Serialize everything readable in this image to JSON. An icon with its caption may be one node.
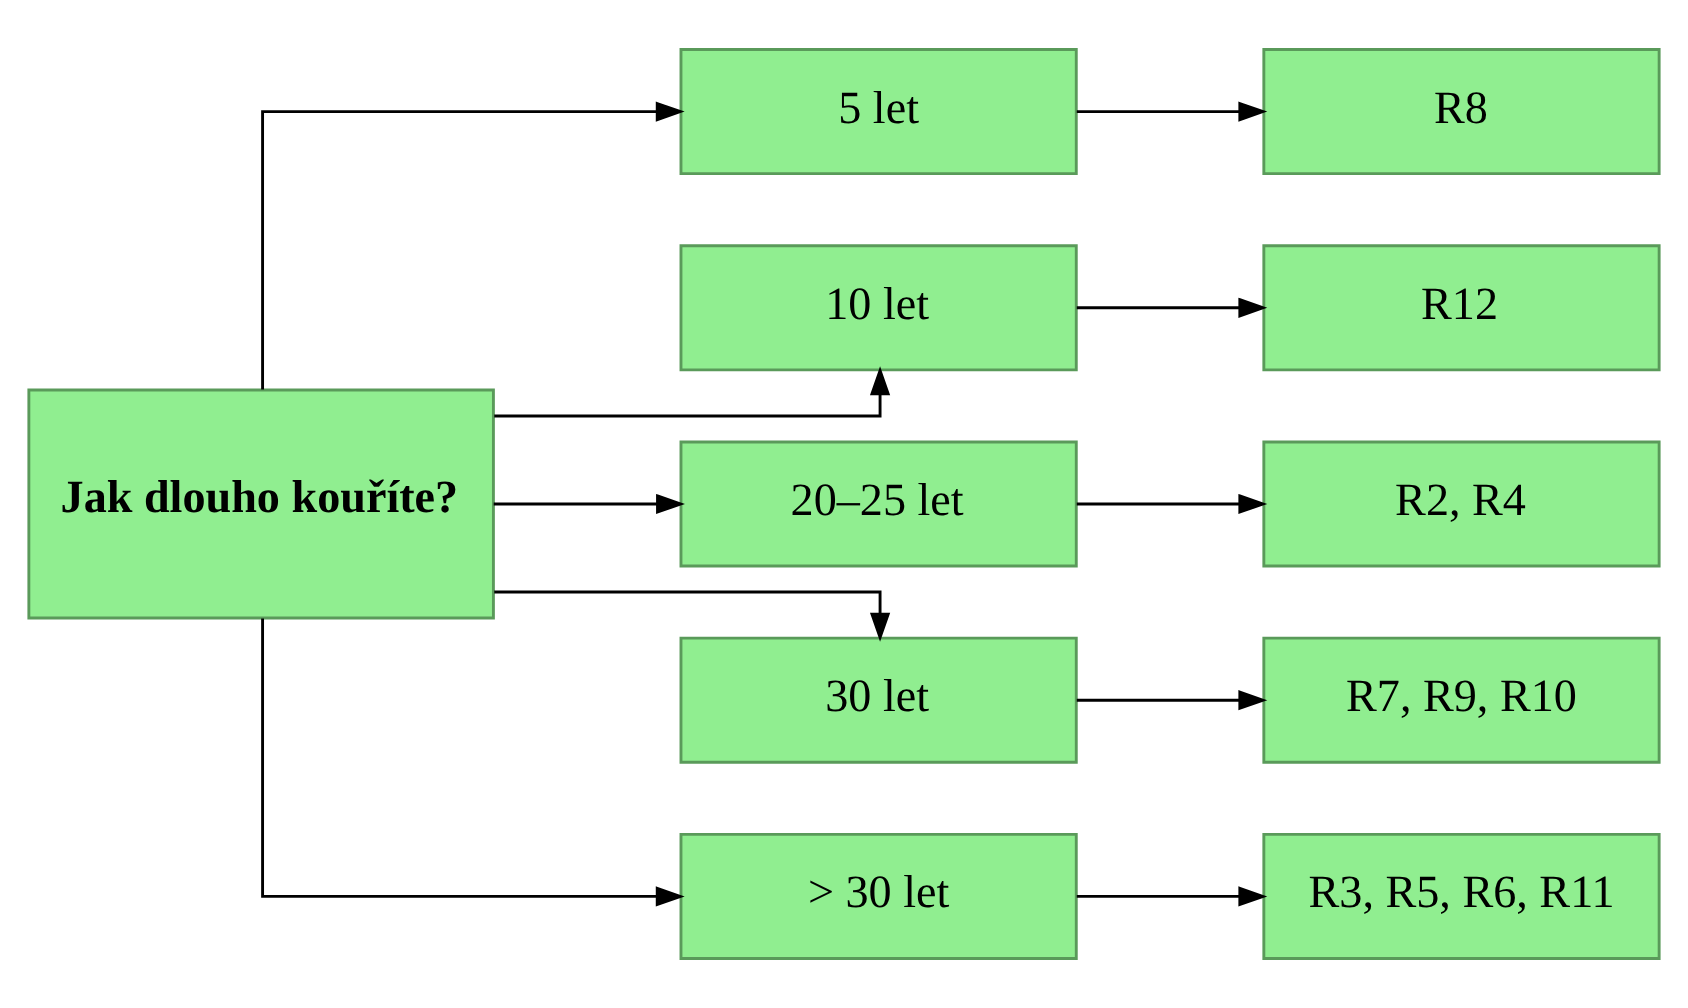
{
  "diagram": {
    "nodes": [
      {
        "text": [
          "Jak dlouho kouříte?"
        ]
      },
      {
        "text": [
          "5 let"
        ]
      },
      {
        "text": [
          "R8"
        ]
      },
      {
        "text": [
          "10 let"
        ]
      },
      {
        "text": [
          "R12"
        ]
      },
      {
        "text": [
          "20–25 let"
        ]
      },
      {
        "text": [
          "R2, R4"
        ]
      },
      {
        "text": [
          "30 let"
        ]
      },
      {
        "text": [
          "R7, R9, R10"
        ]
      },
      {
        "text": [
          "> 30 let"
        ]
      },
      {
        "text": [
          "R3, R5, R6, R11"
        ]
      }
    ],
    "edges": [
      {
        "from": 0,
        "to": 1,
        "arrow": "to"
      },
      {
        "from": 0,
        "to": 3,
        "arrow": "to"
      },
      {
        "from": 0,
        "to": 5,
        "arrow": "to"
      },
      {
        "from": 0,
        "to": 7,
        "arrow": "to"
      },
      {
        "from": 0,
        "to": 9,
        "arrow": "to"
      },
      {
        "from": 1,
        "to": 2,
        "arrow": "to"
      },
      {
        "from": 3,
        "to": 4,
        "arrow": "to"
      },
      {
        "from": 5,
        "to": 6,
        "arrow": "to"
      },
      {
        "from": 7,
        "to": 8,
        "arrow": "to"
      },
      {
        "from": 9,
        "to": 10,
        "arrow": "to"
      }
    ]
  }
}
